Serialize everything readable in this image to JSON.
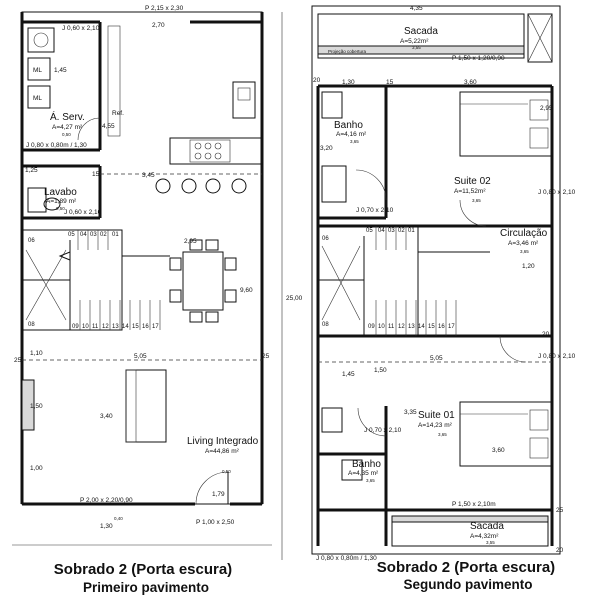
{
  "plan_left": {
    "caption_title": "Sobrado 2 (Porta escura)",
    "caption_floor": "Primeiro pavimento",
    "rooms": {
      "area_servico": {
        "name": "Á. Serv.",
        "area": "A=4,27 m²",
        "level": "0,50"
      },
      "lavabo": {
        "name": "Lavabo",
        "area": "A=1,89 m²",
        "level": "0,50"
      },
      "living": {
        "name": "Living Integrado",
        "area": "A=44,86 m²",
        "level": "0,50"
      }
    },
    "labels": {
      "ml1": "ML",
      "ml2": "ML",
      "ref": "Ref."
    },
    "dims": {
      "top_door": "P 2,15 x 2,30",
      "window_serv": "J 0,60 x 2,10",
      "w270": "2,70",
      "w145": "1,45",
      "h455": "4,55",
      "window_serv_b": "J 0,80 x 0,80m / 1,30",
      "w345": "3,45",
      "d15": "15",
      "d125": "1,25",
      "window_lav": "J 0,60 x 2,10",
      "w295": "2,95",
      "h960": "9,60",
      "w505": "5,05",
      "d25a": "25",
      "d25b": "25",
      "h110": "1,10",
      "h340": "3,40",
      "h100": "1,00",
      "h150": "1,50",
      "total_len": "25,00",
      "door_back": "P 2,00 x 2,20/0,90",
      "w179": "1,79",
      "door_front": "P 1,00 x 2,50",
      "h130": "1,30",
      "lvl_ext": "0,40"
    },
    "stairs_top": [
      "06",
      "05",
      "04",
      "03",
      "02",
      "01"
    ],
    "stairs_bottom": [
      "08",
      "09",
      "10",
      "11",
      "12",
      "13",
      "14",
      "15",
      "16",
      "17"
    ]
  },
  "plan_right": {
    "caption_title": "Sobrado 2 (Porta escura)",
    "caption_floor": "Segundo pavimento",
    "rooms": {
      "sacada_top": {
        "name": "Sacada",
        "area": "A=5,22m²",
        "level": "3,55"
      },
      "banho_top": {
        "name": "Banho",
        "area": "A=4,16 m²",
        "level": "3,65"
      },
      "suite02": {
        "name": "Suite 02",
        "area": "A=11,52m²",
        "level": "3,65"
      },
      "circulacao": {
        "name": "Circulação",
        "area": "A=3,46 m²",
        "level": "3,65"
      },
      "suite01": {
        "name": "Suite 01",
        "area": "A=14,23 m²",
        "level": "3,65"
      },
      "banho_bot": {
        "name": "Banho",
        "area": "A=4,35 m²",
        "level": "3,65"
      },
      "sacada_bot": {
        "name": "Sacada",
        "area": "A=4,32m²",
        "level": "3,55"
      }
    },
    "labels": {
      "projecao": "Projeção cobertura"
    },
    "dims": {
      "w435": "4,35",
      "door_sacada": "P 1,50 x 1,20/0,90",
      "d20a": "20",
      "w130": "1,30",
      "w360": "3,60",
      "d15": "15",
      "h295": "2,95",
      "h320": "3,20",
      "win_banho": "J 0,70 x 2,10",
      "win_suite02": "J 0,80 x 2,10",
      "w120": "1,20",
      "d20b": "20",
      "w505": "5,05",
      "w145": "1,45",
      "h150": "1,50",
      "win_circ": "J 0,80 x 2,10",
      "h335": "3,35",
      "win_suite01": "J 0,70 x 2,10",
      "w360b": "3,60",
      "door_sacada_b": "P 1,50 x 2,10m",
      "window_bottom": "J 0,80 x 0,80m / 1,30",
      "d25": "25",
      "d20c": "20"
    },
    "stairs_top": [
      "06",
      "05",
      "04",
      "03",
      "02",
      "01"
    ],
    "stairs_bottom": [
      "08",
      "09",
      "10",
      "11",
      "12",
      "13",
      "14",
      "15",
      "16",
      "17"
    ]
  }
}
